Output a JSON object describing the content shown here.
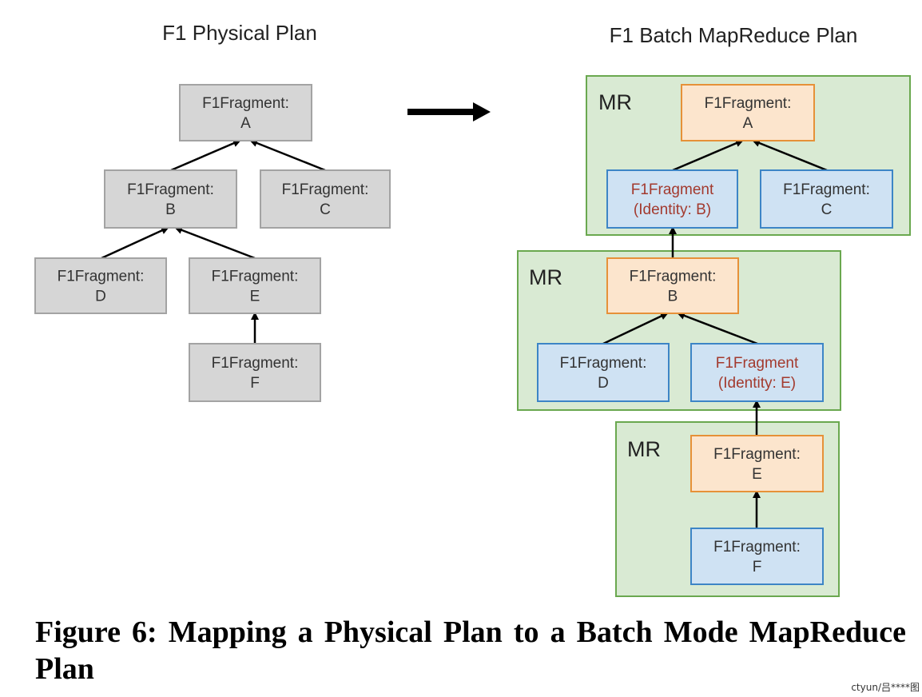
{
  "left_title": "F1 Physical Plan",
  "right_title": "F1 Batch MapReduce Plan",
  "colors": {
    "gray_fill": "#d6d6d6",
    "gray_stroke": "#a3a3a3",
    "orange_fill": "#fce5cd",
    "orange_stroke": "#e69138",
    "blue_fill": "#cfe2f3",
    "blue_stroke": "#3d85c6",
    "green_fill": "#d9ead3",
    "green_stroke": "#6aa84f",
    "text_dark": "#333333",
    "text_red": "#a33a2e"
  },
  "physical_plan": {
    "nodes": [
      {
        "id": "pA",
        "line1": "F1Fragment:",
        "line2": "A"
      },
      {
        "id": "pB",
        "line1": "F1Fragment:",
        "line2": "B"
      },
      {
        "id": "pC",
        "line1": "F1Fragment:",
        "line2": "C"
      },
      {
        "id": "pD",
        "line1": "F1Fragment:",
        "line2": "D"
      },
      {
        "id": "pE",
        "line1": "F1Fragment:",
        "line2": "E"
      },
      {
        "id": "pF",
        "line1": "F1Fragment:",
        "line2": "F"
      }
    ],
    "edges": [
      {
        "from": "pB",
        "to": "pA"
      },
      {
        "from": "pC",
        "to": "pA"
      },
      {
        "from": "pD",
        "to": "pB"
      },
      {
        "from": "pE",
        "to": "pB"
      },
      {
        "from": "pF",
        "to": "pE"
      }
    ]
  },
  "mapreduce_plan": {
    "mr_label": "MR",
    "groups": [
      {
        "nodes": [
          {
            "id": "m1A",
            "style": "orange",
            "line1": "F1Fragment:",
            "line2": "A"
          },
          {
            "id": "m1B",
            "style": "blue-red",
            "line1": "F1Fragment",
            "line2": "(Identity: B)"
          },
          {
            "id": "m1C",
            "style": "blue",
            "line1": "F1Fragment:",
            "line2": "C"
          }
        ]
      },
      {
        "nodes": [
          {
            "id": "m2B",
            "style": "orange",
            "line1": "F1Fragment:",
            "line2": "B"
          },
          {
            "id": "m2D",
            "style": "blue",
            "line1": "F1Fragment:",
            "line2": "D"
          },
          {
            "id": "m2E",
            "style": "blue-red",
            "line1": "F1Fragment",
            "line2": "(Identity: E)"
          }
        ]
      },
      {
        "nodes": [
          {
            "id": "m3E",
            "style": "orange",
            "line1": "F1Fragment:",
            "line2": "E"
          },
          {
            "id": "m3F",
            "style": "blue",
            "line1": "F1Fragment:",
            "line2": "F"
          }
        ]
      }
    ],
    "edges": [
      {
        "from": "m1B",
        "to": "m1A"
      },
      {
        "from": "m1C",
        "to": "m1A"
      },
      {
        "from": "m2B",
        "to": "m1B"
      },
      {
        "from": "m2D",
        "to": "m2B"
      },
      {
        "from": "m2E",
        "to": "m2B"
      },
      {
        "from": "m3E",
        "to": "m2E"
      },
      {
        "from": "m3F",
        "to": "m3E"
      }
    ]
  },
  "caption": "Figure 6: Mapping a Physical Plan to a Batch Mode MapReduce Plan",
  "watermark": "ctyun/吕****图"
}
